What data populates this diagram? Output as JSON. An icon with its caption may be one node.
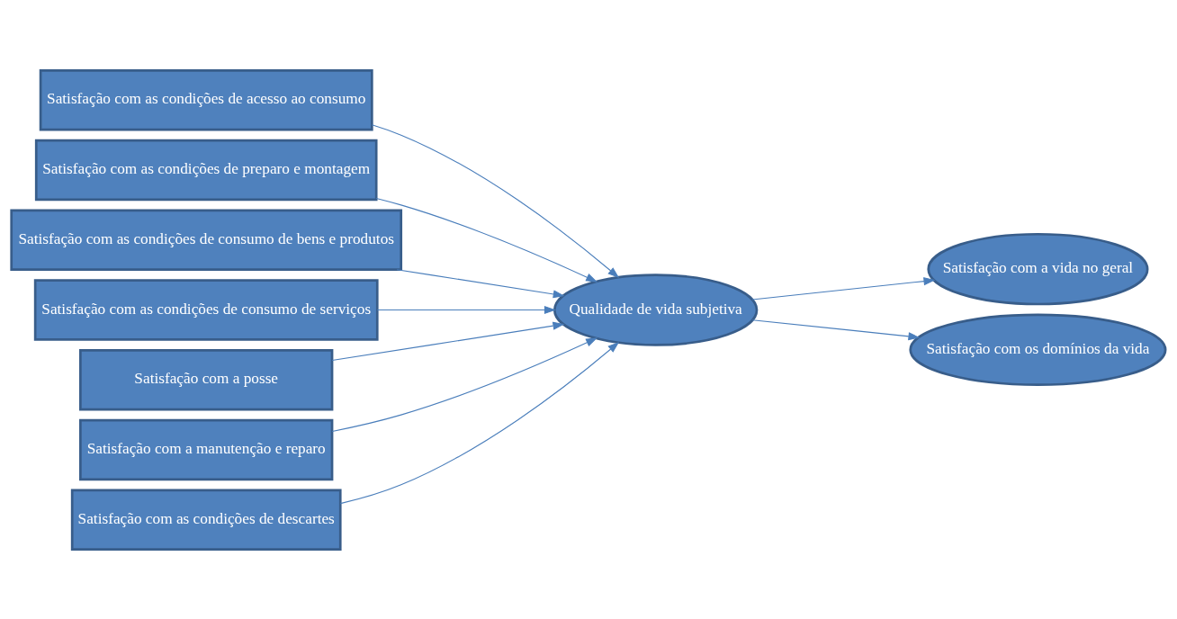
{
  "diagram": {
    "nodes": [
      {
        "text": [
          "Satisfação com as condições de acesso ao consumo"
        ]
      },
      {
        "text": [
          "Satisfação com as condições de preparo e montagem"
        ]
      },
      {
        "text": [
          "Satisfação com as condições de consumo de bens e produtos"
        ]
      },
      {
        "text": [
          "Satisfação com as condições de consumo de serviços"
        ]
      },
      {
        "text": [
          "Satisfação com a posse"
        ]
      },
      {
        "text": [
          "Satisfação com a manutenção e reparo"
        ]
      },
      {
        "text": [
          "Satisfação com as condições de descartes"
        ]
      },
      {
        "text": [
          "Qualidade de vida subjetiva"
        ]
      },
      {
        "text": [
          "Satisfação com a vida no geral"
        ]
      },
      {
        "text": [
          "Satisfação com os domínios da vida"
        ]
      }
    ],
    "edges": [
      {
        "from": 0,
        "to": 7,
        "arrow": "to"
      },
      {
        "from": 1,
        "to": 7,
        "arrow": "to"
      },
      {
        "from": 2,
        "to": 7,
        "arrow": "to"
      },
      {
        "from": 3,
        "to": 7,
        "arrow": "to"
      },
      {
        "from": 4,
        "to": 7,
        "arrow": "to"
      },
      {
        "from": 5,
        "to": 7,
        "arrow": "to"
      },
      {
        "from": 6,
        "to": 7,
        "arrow": "to"
      },
      {
        "from": 7,
        "to": 8,
        "arrow": "to"
      },
      {
        "from": 7,
        "to": 9,
        "arrow": "to"
      }
    ]
  }
}
